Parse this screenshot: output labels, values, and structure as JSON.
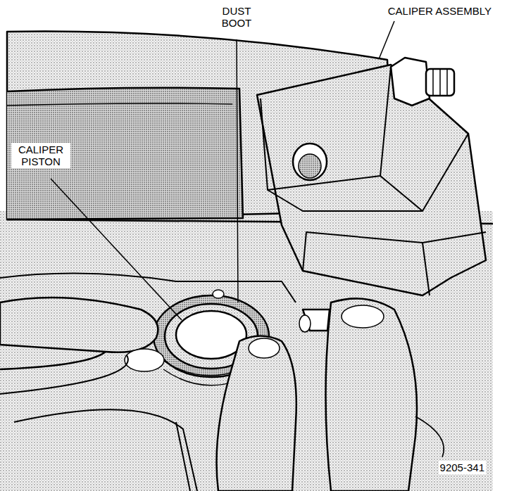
{
  "diagram": {
    "labels": [
      "DUST BOOT",
      "CALIPER ASSEMBLY",
      "CALIPER PISTON",
      "9205-341"
    ]
  }
}
